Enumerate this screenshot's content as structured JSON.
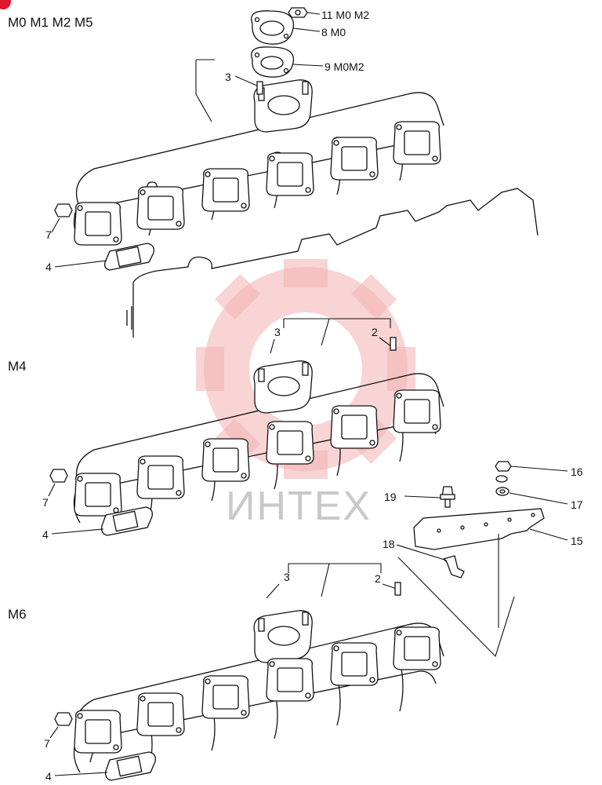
{
  "watermark": {
    "text": "ИНТЕХ"
  },
  "groups": {
    "top": "M0 M1 M2 M5",
    "middle": "M4",
    "bottom": "M6"
  },
  "callouts": {
    "p11": "11 M0 M2",
    "p8": "8 M0",
    "p9": "9 M0M2",
    "top_3": "3",
    "top_7": "7",
    "top_4": "4",
    "mid_3": "3",
    "mid_2": "2",
    "mid_7": "7",
    "mid_4": "4",
    "p16": "16",
    "p17": "17",
    "p19": "19",
    "p15": "15",
    "p18": "18",
    "bot_3": "3",
    "bot_2": "2",
    "bot_7": "7",
    "bot_4": "4"
  }
}
